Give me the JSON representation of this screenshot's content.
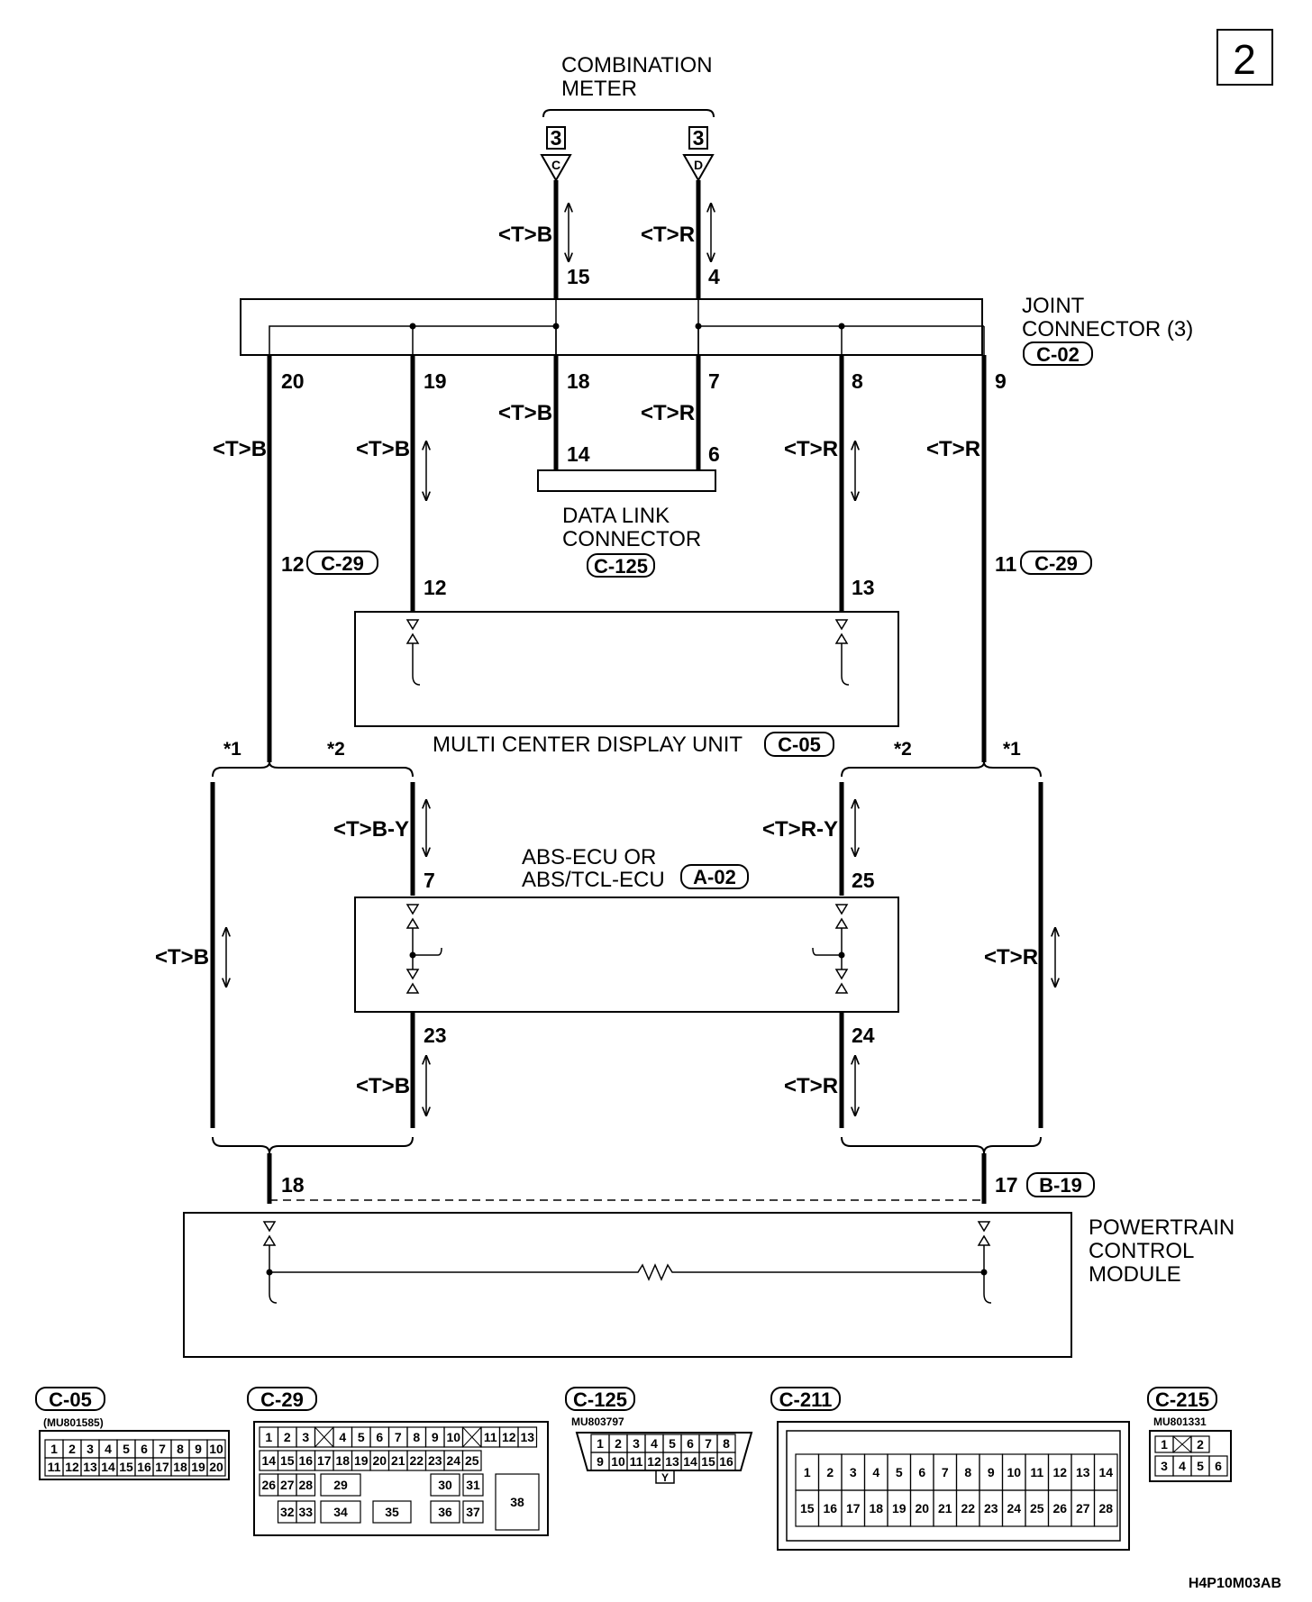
{
  "page_number": "2",
  "figure_code": "H4P10M03AB",
  "components": {
    "combination_meter": [
      "COMBINATION",
      "METER"
    ],
    "joint_connector": [
      "JOINT",
      "CONNECTOR (3)"
    ],
    "joint_connector_id": "C-02",
    "data_link_connector": [
      "DATA LINK",
      "CONNECTOR"
    ],
    "data_link_connector_id": "C-125",
    "multi_center_display": "MULTI CENTER DISPLAY UNIT",
    "multi_center_display_id": "C-05",
    "abs_ecu": [
      "ABS-ECU OR",
      "ABS/TCL-ECU"
    ],
    "abs_ecu_id": "A-02",
    "powertrain_control_module": [
      "POWERTRAIN",
      "CONTROL",
      "MODULE"
    ],
    "pcm_connector_id": "B-19",
    "relay_connector_id": "C-29"
  },
  "meter_terminals": [
    {
      "ref": "3",
      "terminal": "C"
    },
    {
      "ref": "3",
      "terminal": "D"
    }
  ],
  "wire_labels": {
    "tb": "<T>B",
    "tr": "<T>R",
    "tby": "<T>B-Y",
    "try": "<T>R-Y"
  },
  "pins": {
    "meter_c": "15",
    "meter_d": "4",
    "jc_20": "20",
    "jc_19": "19",
    "jc_18": "18",
    "jc_7": "7",
    "jc_8": "8",
    "jc_9": "9",
    "dlc_14": "14",
    "dlc_6": "6",
    "c29_12": "12",
    "c29_11": "11",
    "mcd_12": "12",
    "mcd_13": "13",
    "abs_7": "7",
    "abs_25": "25",
    "abs_23": "23",
    "abs_24": "24",
    "pcm_18": "18",
    "pcm_17": "17"
  },
  "variant_marks": {
    "one": "*1",
    "two": "*2"
  },
  "connector_faces": [
    {
      "id": "C-05",
      "part": "(MU801585)",
      "rows": [
        [
          "1",
          "2",
          "3",
          "4",
          "5",
          "6",
          "7",
          "8",
          "9",
          "10"
        ],
        [
          "11",
          "12",
          "13",
          "14",
          "15",
          "16",
          "17",
          "18",
          "19",
          "20"
        ]
      ]
    },
    {
      "id": "C-29",
      "part": "",
      "rows": [
        [
          "1",
          "2",
          "3",
          "",
          "4",
          "5",
          "6",
          "7",
          "8",
          "9",
          "10",
          "",
          "11",
          "12",
          "13"
        ],
        [
          "14",
          "15",
          "16",
          "17",
          "18",
          "19",
          "20",
          "21",
          "22",
          "23",
          "24",
          "25"
        ],
        [
          "26",
          "27",
          "28",
          "29",
          "30",
          "31",
          "38"
        ],
        [
          "32",
          "33",
          "34",
          "35",
          "36",
          "37"
        ]
      ]
    },
    {
      "id": "C-125",
      "part": "MU803797",
      "rows": [
        [
          "1",
          "2",
          "3",
          "4",
          "5",
          "6",
          "7",
          "8"
        ],
        [
          "9",
          "10",
          "11",
          "12",
          "13",
          "14",
          "15",
          "16"
        ]
      ],
      "note": "Y"
    },
    {
      "id": "C-211",
      "part": "",
      "rows": [
        [
          "1",
          "2",
          "3",
          "4",
          "5",
          "6",
          "7",
          "8",
          "9",
          "10",
          "11",
          "12",
          "13",
          "14"
        ],
        [
          "15",
          "16",
          "17",
          "18",
          "19",
          "20",
          "21",
          "22",
          "23",
          "24",
          "25",
          "26",
          "27",
          "28"
        ]
      ]
    },
    {
      "id": "C-215",
      "part": "MU801331",
      "rows": [
        [
          "1",
          "",
          "2"
        ],
        [
          "3",
          "4",
          "5",
          "6"
        ]
      ]
    }
  ]
}
